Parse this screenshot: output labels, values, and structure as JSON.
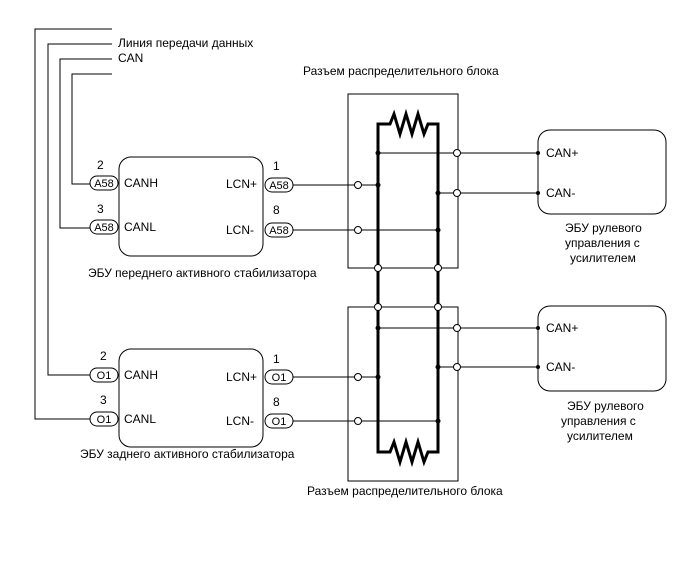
{
  "legend": {
    "line1": "Линия передачи данных",
    "line2": "CAN"
  },
  "junction_top": {
    "title": "Разъем распределительного блока"
  },
  "junction_bottom": {
    "title": "Разъем распределительного блока"
  },
  "front_ecu": {
    "name": "ЭБУ переднего активного стабилизатора",
    "pin_canh_num": "2",
    "pin_canh_conn": "A58",
    "pin_canh_label": "CANH",
    "pin_canl_num": "3",
    "pin_canl_conn": "A58",
    "pin_canl_label": "CANL",
    "pin_lcnp_num": "1",
    "pin_lcnp_conn": "A58",
    "pin_lcnp_label": "LCN+",
    "pin_lcnm_num": "8",
    "pin_lcnm_conn": "A58",
    "pin_lcnm_label": "LCN-"
  },
  "rear_ecu": {
    "name": "ЭБУ заднего активного стабилизатора",
    "pin_canh_num": "2",
    "pin_canh_conn": "O1",
    "pin_canh_label": "CANH",
    "pin_canl_num": "3",
    "pin_canl_conn": "O1",
    "pin_canl_label": "CANL",
    "pin_lcnp_num": "1",
    "pin_lcnp_conn": "O1",
    "pin_lcnp_label": "LCN+",
    "pin_lcnm_num": "8",
    "pin_lcnm_conn": "O1",
    "pin_lcnm_label": "LCN-"
  },
  "steering_ecu_top": {
    "can_plus": "CAN+",
    "can_minus": "CAN-",
    "name_line1": "ЭБУ рулевого",
    "name_line2": "управления с",
    "name_line3": "усилителем"
  },
  "steering_ecu_bottom": {
    "can_plus": "CAN+",
    "can_minus": "CAN-",
    "name_line1": "ЭБУ рулевого",
    "name_line2": "управления с",
    "name_line3": "усилителем"
  }
}
